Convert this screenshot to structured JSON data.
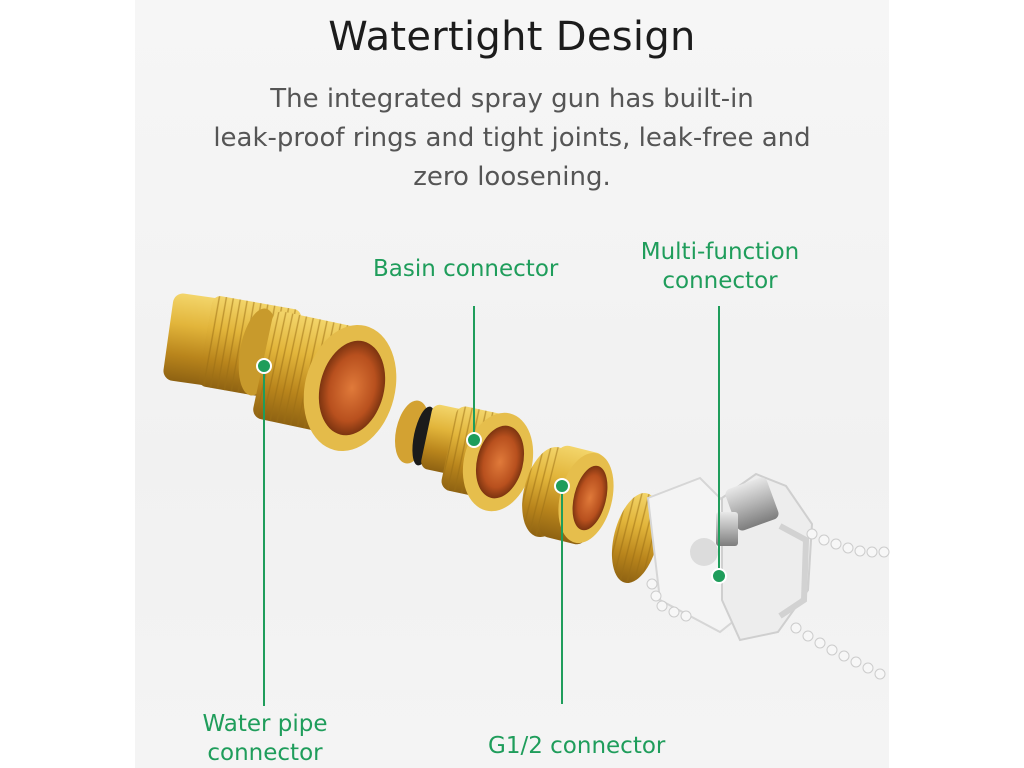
{
  "header": {
    "title": "Watertight Design",
    "subtitle_lines": [
      "The integrated spray gun has built-in",
      "leak-proof rings and tight joints, leak-free and",
      "zero loosening."
    ]
  },
  "labels": {
    "basin": "Basin connector",
    "multi_line1": "Multi-function",
    "multi_line2": "connector",
    "water_line1": "Water pipe",
    "water_line2": "connector",
    "g12": "G1/2 connector"
  },
  "colors": {
    "accent": "#1f9d5b",
    "brass": "#d8a931",
    "brass_dark": "#a87418",
    "copper_inner": "#c4622a",
    "white_part": "#f2f2f2"
  }
}
